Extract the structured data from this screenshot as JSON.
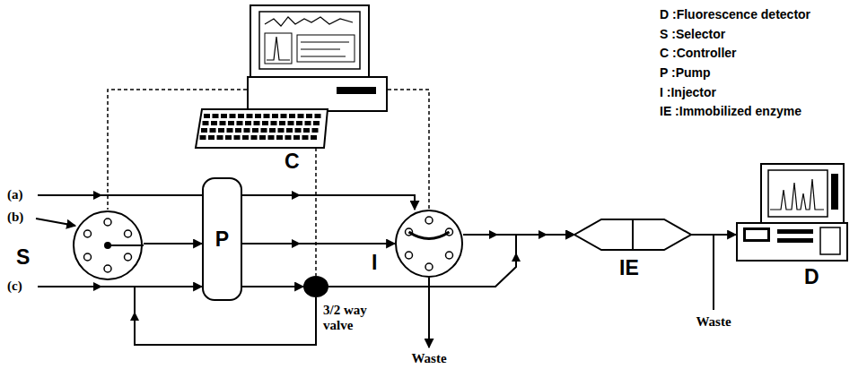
{
  "diagram": {
    "nodes": [
      {
        "text": [
          "S"
        ]
      },
      {
        "text": [
          "P"
        ]
      },
      {
        "text": [
          "I"
        ]
      },
      {
        "text": [
          "3/2 way valve"
        ]
      },
      {
        "text": [
          "IE"
        ]
      },
      {
        "text": [
          "D"
        ]
      },
      {
        "text": [
          "C"
        ]
      }
    ],
    "edges": [
      {
        "from": 0,
        "to": 1,
        "arrow": "to"
      },
      {
        "from": 1,
        "to": 2,
        "arrow": "to"
      },
      {
        "from": 1,
        "to": 2,
        "arrow": "to"
      },
      {
        "from": 1,
        "to": 3,
        "arrow": "to"
      },
      {
        "from": 3,
        "to": 1,
        "arrow": "to"
      },
      {
        "from": 3,
        "to": 4,
        "arrow": "to"
      },
      {
        "from": 2,
        "to": 4,
        "arrow": "to"
      },
      {
        "from": 4,
        "to": 5,
        "arrow": "to"
      },
      {
        "from": 6,
        "to": 0,
        "arrow": "none"
      },
      {
        "from": 6,
        "to": 3,
        "arrow": "none"
      },
      {
        "from": 6,
        "to": 2,
        "arrow": "none"
      }
    ],
    "labels": [
      "(a)",
      "(b)",
      "(c)",
      "Waste",
      "Waste"
    ],
    "legend": [
      {
        "text": "D :Fluorescence detector"
      },
      {
        "text": "S :Selector"
      },
      {
        "text": "C :Controller"
      },
      {
        "text": "P :Pump"
      },
      {
        "text": "I :Injector"
      },
      {
        "text": "IE :Immobilized enzyme"
      }
    ]
  }
}
